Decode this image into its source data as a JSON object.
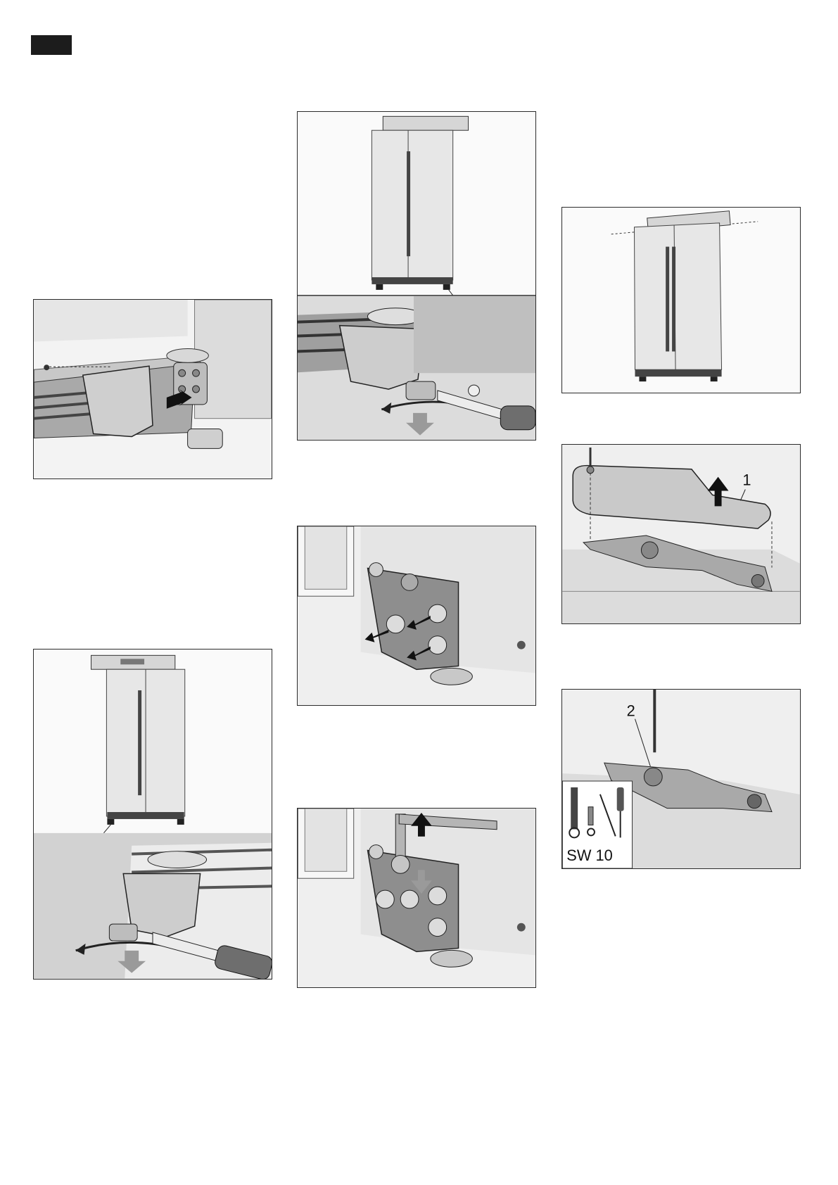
{
  "callouts": {
    "handle_lever": "1",
    "hex_nut": "2",
    "wrench_size": "SW 10"
  },
  "colors": {
    "ink": "#1a1a1a",
    "panel_bg": "#f4f4f4",
    "metal_light": "#e2e2e2",
    "metal_mid": "#b9b9b9",
    "metal_dark": "#6e6e6e",
    "arrow": "#1a1a1a",
    "arrow_grey": "#9a9a9a"
  },
  "icons": [
    "screw-icon",
    "arrow-right-icon",
    "arrow-up-icon",
    "arrow-down-icon",
    "rotate-arrow-icon",
    "screwdriver-icon",
    "hex-key-icon",
    "socket-wrench-icon",
    "spirit-level-icon"
  ]
}
